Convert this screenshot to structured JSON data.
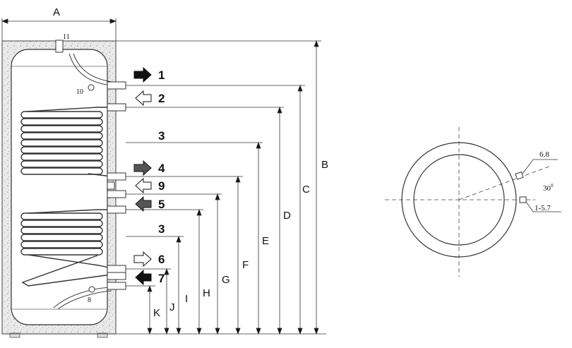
{
  "dimensions": {
    "A": "A",
    "B": "B",
    "C": "C",
    "D": "D",
    "E": "E",
    "F": "F",
    "G": "G",
    "H": "H",
    "I": "I",
    "J": "J",
    "K": "K"
  },
  "ports": {
    "p1": "1",
    "p2": "2",
    "p3a": "3",
    "p4": "4",
    "p9": "9",
    "p5": "5",
    "p3b": "3",
    "p6": "6",
    "p7": "7"
  },
  "markers": {
    "m11": "11",
    "m10": "10",
    "m8": "8"
  },
  "section": {
    "sensor_top": "6.8",
    "sensor_bottom": "1-5.7",
    "angle": "30",
    "angle_unit": "0"
  }
}
